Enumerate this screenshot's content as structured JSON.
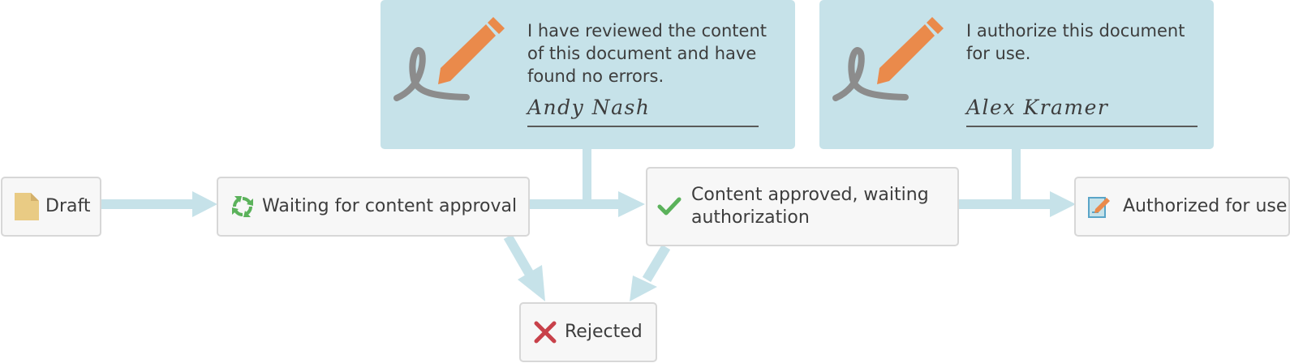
{
  "colors": {
    "connector": "#c6e2e9",
    "node_fill": "#f7f7f7",
    "node_border": "#d7d7d7",
    "signature_panel": "#c6e2e9",
    "pen": "#ea8a4b",
    "pen_loop": "#8c8c8c",
    "check": "#5bb25b",
    "reject": "#c8414a",
    "cycle": "#5bb25b",
    "draft_doc": "#e9cb84"
  },
  "states": {
    "draft": {
      "label": "Draft",
      "icon": "document-icon"
    },
    "waiting_content": {
      "label": "Waiting for content approval",
      "icon": "refresh-cycle-icon"
    },
    "content_approved": {
      "label_line1": "Content approved, waiting",
      "label_line2": "authorization",
      "icon": "checkmark-icon"
    },
    "authorized": {
      "label": "Authorized for use",
      "icon": "signed-document-icon"
    },
    "rejected": {
      "label": "Rejected",
      "icon": "x-cross-icon"
    }
  },
  "signatures": [
    {
      "statement": "I have reviewed the content of this document and have found no errors.",
      "signer": "Andy Nash",
      "icon": "pen-signature-icon"
    },
    {
      "statement": "I authorize this document for use.",
      "signer": "Alex Kramer",
      "icon": "pen-signature-icon"
    }
  ]
}
